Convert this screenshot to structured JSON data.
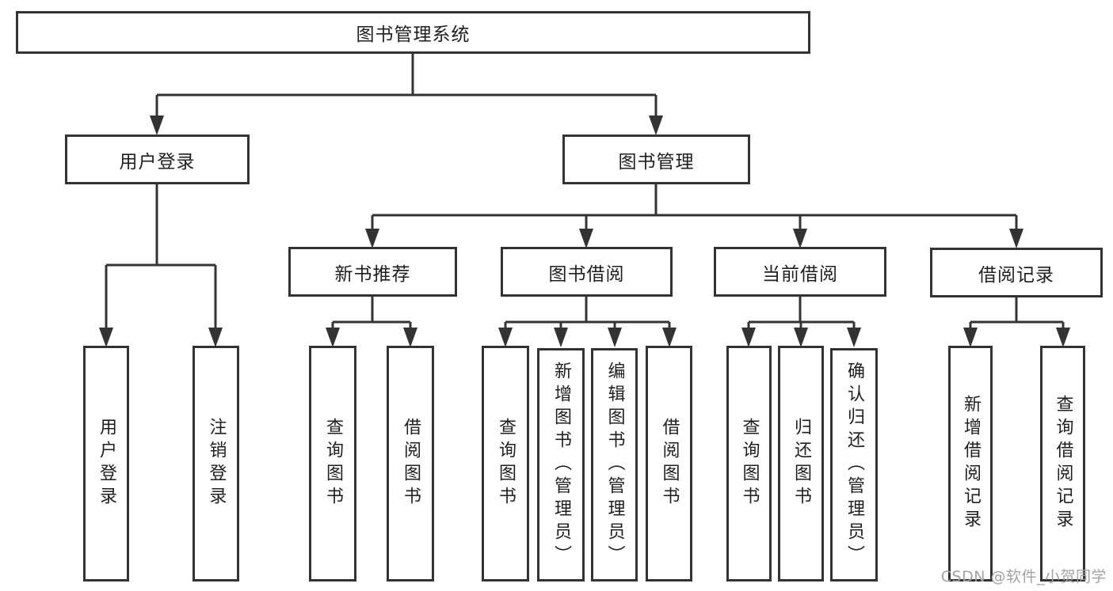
{
  "nodes": {
    "root": {
      "label": "图书管理系统"
    },
    "user_login": {
      "label": "用户登录"
    },
    "book_mgmt": {
      "label": "图书管理"
    },
    "new_book_rec": {
      "label": "新书推荐"
    },
    "book_borrow": {
      "label": "图书借阅"
    },
    "current_borrow": {
      "label": "当前借阅"
    },
    "borrow_record": {
      "label": "借阅记录"
    },
    "leaf_user_login": {
      "label": "用户登录"
    },
    "leaf_logout": {
      "label": "注销登录"
    },
    "leaf_nb_query": {
      "label": "查询图书"
    },
    "leaf_nb_borrow": {
      "label": "借阅图书"
    },
    "leaf_bb_query": {
      "label": "查询图书"
    },
    "leaf_bb_add": {
      "label": "新增图书（管理员）"
    },
    "leaf_bb_edit": {
      "label": "编辑图书（管理员）"
    },
    "leaf_bb_borrow": {
      "label": "借阅图书"
    },
    "leaf_cb_query": {
      "label": "查询图书"
    },
    "leaf_cb_return": {
      "label": "归还图书"
    },
    "leaf_cb_confirm": {
      "label": "确认归还（管理员）"
    },
    "leaf_br_add": {
      "label": "新增借阅记录"
    },
    "leaf_br_query": {
      "label": "查询借阅记录"
    }
  },
  "watermark": {
    "text": "CSDN @软件_小贺同学"
  },
  "colors": {
    "line": "#333333",
    "box_border": "#333333",
    "text": "#1f1f1f",
    "watermark": "#a3a3a3",
    "background": "#ffffff"
  }
}
